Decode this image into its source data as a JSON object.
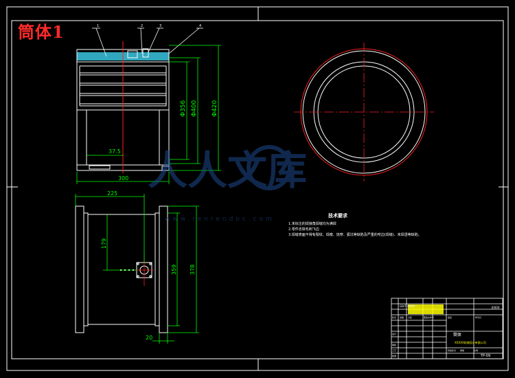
{
  "drawing": {
    "title": "筒体1",
    "dimensions": {
      "d_356": "Φ356",
      "d_400": "Φ400",
      "d_420": "Φ420",
      "w_37_5": "37.5",
      "w_300": "300",
      "w_225": "225",
      "h_179": "179",
      "h_359": "359",
      "h_378": "378",
      "t_20": "20"
    },
    "balloons": [
      "1",
      "2",
      "3",
      "4"
    ],
    "tech_requirements": {
      "title": "技术要求",
      "lines": [
        "1.未标注的焊接角焊缝均为满焊",
        "2.零件去除毛刺飞边",
        "3.焊缝表面不得有裂纹、焊瘤、烧穿、弧坑等缺陷及严重的咬边(焊缝)、未焊透等缺陷。"
      ]
    },
    "title_block": {
      "part_name": "筒体",
      "company": "XXXXX机械设计有限公司",
      "drawing_no": "TP-09",
      "std_label": "GB/T XXXX",
      "top_right_code": "J0000",
      "small_labels": [
        "标记",
        "处数",
        "分区",
        "更改文件号",
        "签名",
        "年月日",
        "设计",
        "审核",
        "工艺",
        "批准",
        "阶段标记",
        "重量",
        "比例"
      ]
    },
    "watermark": {
      "cn": "人人文库",
      "url": "www.renrendoc.com"
    }
  },
  "colors": {
    "background": "#000000",
    "line_white": "#ffffff",
    "dim_green": "#00ff00",
    "center_red": "#ff2020",
    "hatch_cyan": "#39c6e0",
    "yellow": "#ffff00",
    "magenta": "#ff40ff",
    "watermark": "#1e4a8c"
  }
}
